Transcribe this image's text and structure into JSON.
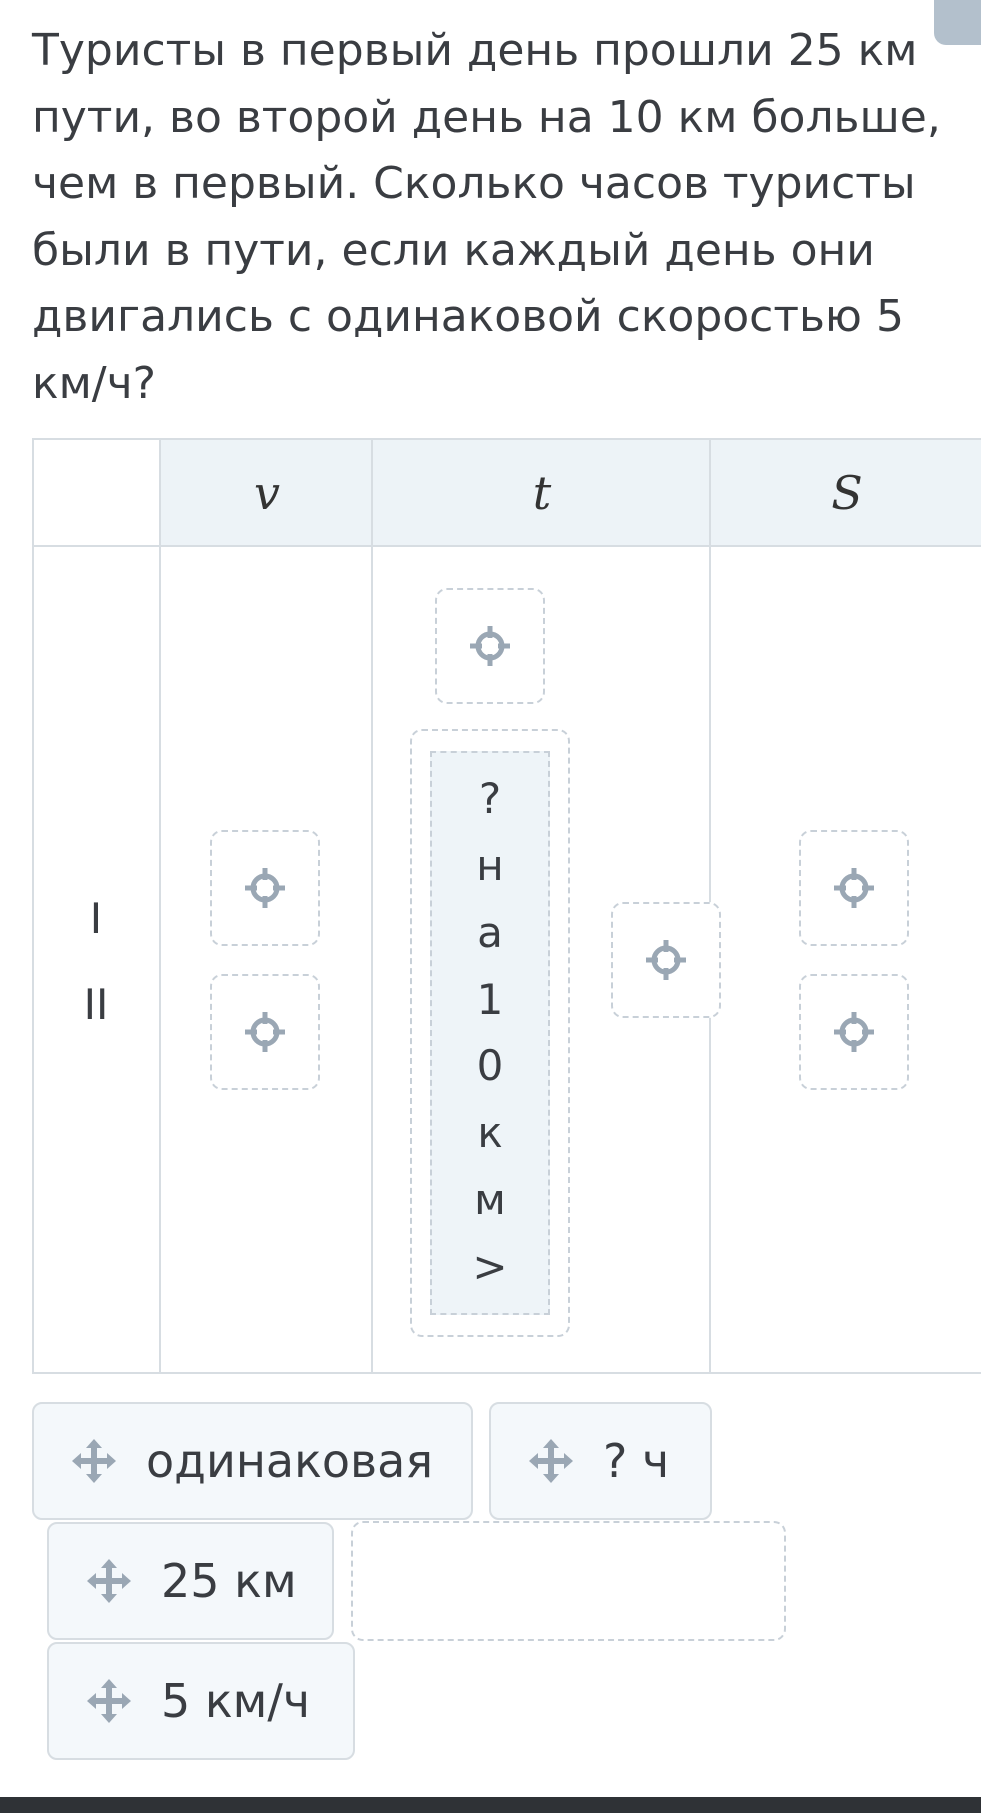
{
  "question": {
    "lines": [
      "Туристы в первый день прошли 25 км",
      "пути, во второй день на 10 км больше,",
      "чем в первый. Сколько часов туристы",
      "были в пути, если каждый день они",
      "двигались с одинаковой скоростью 5",
      "км/ч?"
    ]
  },
  "table": {
    "headers": [
      "",
      "v",
      "t",
      "S"
    ],
    "row_labels": [
      "I",
      "II"
    ],
    "vertical_chip_chars": [
      "?",
      "н",
      "а",
      "1",
      "0",
      "к",
      "м",
      ">"
    ]
  },
  "chips": {
    "odinakovaya": "одинаковая",
    "q_hours": "? ч",
    "km25": "25 км",
    "kmh5": "5 км/ч"
  },
  "icons": {
    "drop": "crosshair-target-icon",
    "drag": "move-arrows-icon"
  },
  "colors": {
    "border": "#d7dde2",
    "header_bg": "#edf3f7",
    "chip_bg": "#f4f8fb",
    "icon": "#9aa7b4"
  }
}
